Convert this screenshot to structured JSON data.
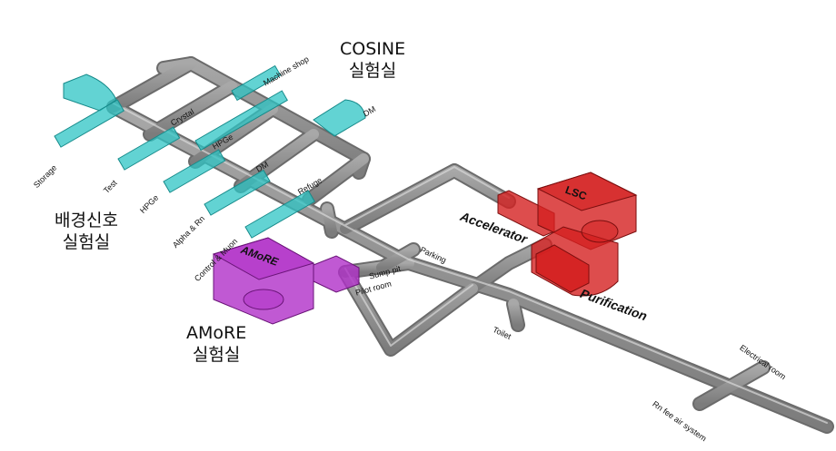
{
  "big_labels": {
    "cosine_name": "COSINE",
    "cosine_lab": "실험실",
    "bg_name": "배경신호",
    "bg_lab": "실험실",
    "amore_name": "AMoRE",
    "amore_lab": "실험실"
  },
  "rooms": {
    "machine_shop": "Machine shop",
    "crystal": "Crystal",
    "dm_top": "DM",
    "hpge_top": "HPGe",
    "dm_mid": "DM",
    "refuge": "Refuge",
    "storage": "Storage",
    "test": "Test",
    "hpge": "HPGe",
    "alpha_rn": "Alpha & Rn",
    "control": "Control & Muon",
    "amore_box": "AMoRE",
    "sump_pit": "Sump pit",
    "pilot_room": "Pilot room",
    "parking": "Parking",
    "toilet": "Toilet",
    "accelerator": "Accelerator",
    "lsc": "LSC",
    "purification": "Purification",
    "electrical_room": "Electrical room",
    "rn_free": "Rn fee air system"
  },
  "colors": {
    "tunnel": "#8e8e8e",
    "tunnel_dark": "#6a6a6a",
    "cyan": "#2ec4c4",
    "magenta": "#b030c8",
    "red": "#d42020"
  }
}
